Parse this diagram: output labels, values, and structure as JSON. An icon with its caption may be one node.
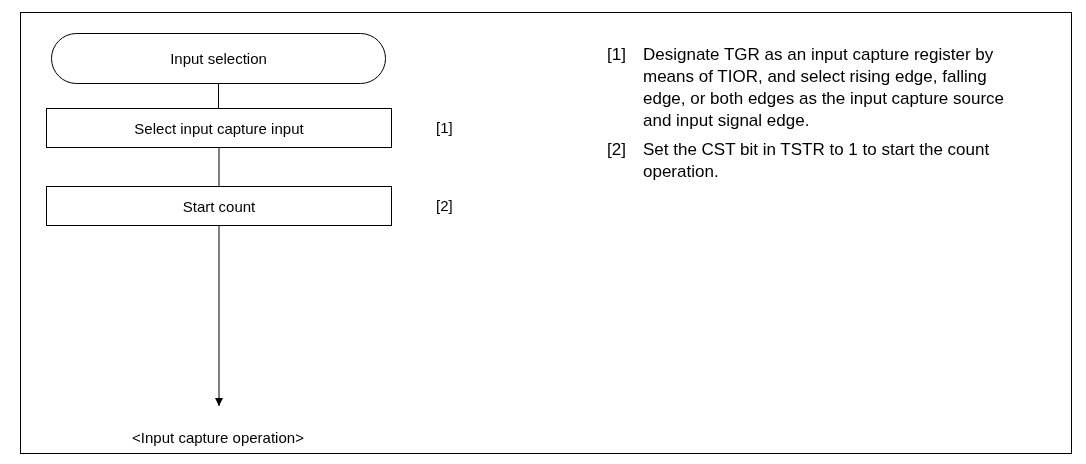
{
  "diagram": {
    "nodes": [
      {
        "text": [
          "Input selection"
        ]
      },
      {
        "text": [
          "Select input capture input"
        ],
        "beside": [
          "[1]"
        ]
      },
      {
        "text": [
          "Start count"
        ],
        "beside": [
          "[2]"
        ]
      },
      {
        "text": [
          "<Input capture operation>"
        ]
      }
    ],
    "edges": [
      {
        "from": 0,
        "to": 1,
        "arrow": "none"
      },
      {
        "from": 1,
        "to": 2,
        "arrow": "none"
      },
      {
        "from": 2,
        "to": 3,
        "arrow": "to"
      }
    ],
    "labels": [
      "[1]",
      "Designate TGR as an input capture register by means of TIOR, and select rising edge, falling edge, or both edges as the input capture source and input signal edge.",
      "[2]",
      "Set the CST bit in TSTR to 1 to start the count operation."
    ]
  }
}
